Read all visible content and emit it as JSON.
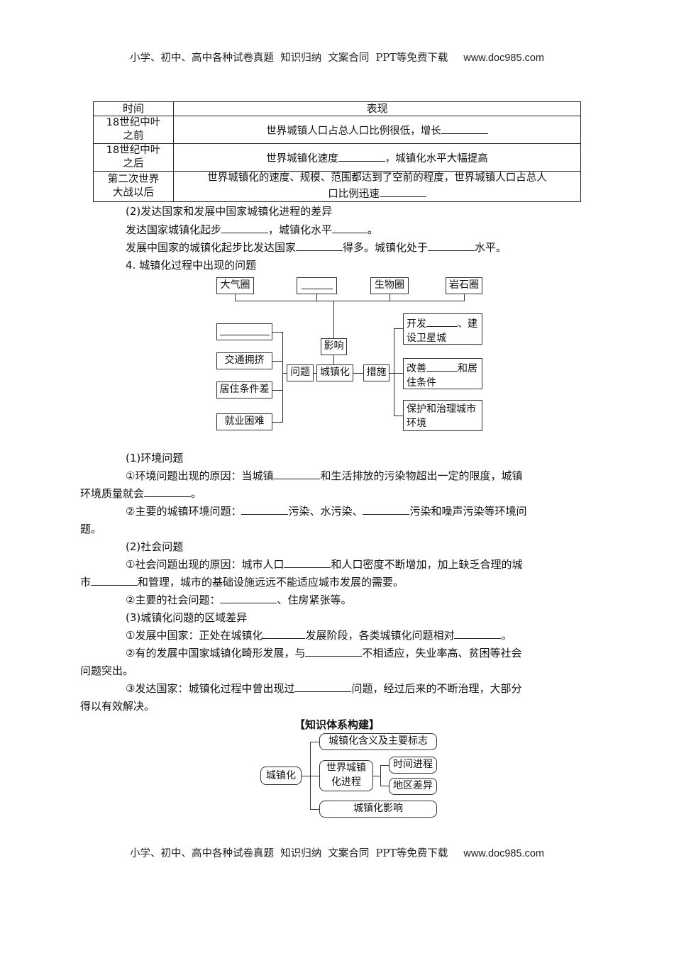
{
  "header": {
    "text": "小学、初中、高中各种试卷真题  知识归纳  文案合同  PPT等免费下载",
    "site": "www.doc985.com"
  },
  "table": {
    "headers": [
      "时间",
      "表现"
    ],
    "rows": [
      {
        "time": [
          "18世纪中叶",
          "之前"
        ],
        "desc_a": "世界城镇人口占总人口比例很低，增长",
        "desc_b": ""
      },
      {
        "time": [
          "18世纪中叶",
          "之后"
        ],
        "desc_a": "世界城镇化速度",
        "desc_b": "，城镇化水平大幅提高"
      },
      {
        "time": [
          "第二次世界",
          "大战以后"
        ],
        "desc_a": "世界城镇化的速度、规模、范围都达到了空前的程度，世界城镇人口占总人",
        "desc_b": "口比例迅速"
      }
    ]
  },
  "section2": {
    "title": "(2)发达国家和发展中国家城镇化进程的差异",
    "line1_a": "发达国家城镇化起步",
    "line1_b": "，城镇化水平",
    "line1_c": "。",
    "line2_a": "发展中国家的城镇化起步比发达国家",
    "line2_b": "得多。城镇化处于",
    "line2_c": "水平。"
  },
  "section4": {
    "title": "4.  城镇化过程中出现的问题"
  },
  "diagram1": {
    "top": [
      "大气圈",
      "",
      "生物圈",
      "岩石圈"
    ],
    "center": "城镇化",
    "influence": "影响",
    "problems": "问题",
    "measures": "措施",
    "left": [
      "",
      "交通拥挤",
      "居住条件差",
      "就业困难"
    ],
    "right": [
      {
        "a": "开发",
        "b": "、建",
        "c": "设卫星城"
      },
      {
        "a": "改善",
        "b": "和居",
        "c": "住条件"
      },
      {
        "a": "保护和治理城市",
        "b": "",
        "c": "环境"
      }
    ]
  },
  "env": {
    "title": "(1)环境问题",
    "p1_a": "①环境问题出现的原因：当城镇",
    "p1_b": "和生活排放的污染物超出一定的限度，城镇",
    "p1_c": "环境质量就会",
    "p1_d": "。",
    "p2_a": "②主要的城镇环境问题：",
    "p2_b": "污染、水污染、",
    "p2_c": "污染和噪声污染等环境问",
    "p2_d": "题。"
  },
  "social": {
    "title": "(2)社会问题",
    "p1_a": "①社会问题出现的原因：城市人口",
    "p1_b": "和人口密度不断增加，加上缺乏合理的城",
    "p1_c": "市",
    "p1_d": "和管理，城市的基础设施远远不能适应城市发展的需要。",
    "p2_a": "②主要的社会问题：",
    "p2_b": "、住房紧张等。"
  },
  "regional": {
    "title": "(3)城镇化问题的区域差异",
    "p1_a": "①发展中国家：正处在城镇化",
    "p1_b": "发展阶段，各类城镇化问题相对",
    "p1_c": "。",
    "p2_a": "②有的发展中国家城镇化畸形发展，与",
    "p2_b": "不相适应，失业率高、贫困等社会",
    "p2_c": "问题突出。",
    "p3_a": "③发达国家：城镇化过程中曾出现过",
    "p3_b": "问题，经过后来的不断治理，大部分",
    "p3_c": "得以有效解决。"
  },
  "knowledge": {
    "title": "【知识体系构建】",
    "root": "城镇化",
    "n1": "城镇化含义及主要标志",
    "n2": [
      "世界城镇",
      "化进程"
    ],
    "n2a": "时间进程",
    "n2b": "地区差异",
    "n3": "城镇化影响"
  }
}
